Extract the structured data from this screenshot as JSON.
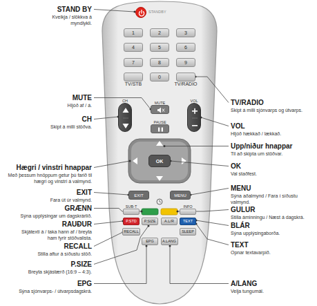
{
  "diagram": {
    "nodes": [
      {
        "text": [
          "STANDBY"
        ]
      },
      {
        "text": [
          "1"
        ]
      },
      {
        "text": [
          "2"
        ]
      },
      {
        "text": [
          "3"
        ]
      },
      {
        "text": [
          "4"
        ]
      },
      {
        "text": [
          "5"
        ]
      },
      {
        "text": [
          "6"
        ]
      },
      {
        "text": [
          "7"
        ]
      },
      {
        "text": [
          "8"
        ]
      },
      {
        "text": [
          "9"
        ]
      },
      {
        "text": [
          "TV/STB"
        ]
      },
      {
        "text": [
          "0"
        ]
      },
      {
        "text": [
          "TV/RADIO"
        ]
      },
      {
        "text": [
          "CH"
        ]
      },
      {
        "text": [
          "MUTE"
        ]
      },
      {
        "text": [
          "VOL"
        ]
      },
      {
        "text": [
          "PAUSE"
        ]
      },
      {
        "text": [
          "OK"
        ]
      },
      {
        "text": [
          "EXIT"
        ]
      },
      {
        "text": [
          "MENU"
        ]
      },
      {
        "text": [
          "SUB-T"
        ]
      },
      {
        "text": [
          "INFO"
        ]
      },
      {
        "text": [
          "P.STD"
        ]
      },
      {
        "text": [
          "P.SIZE"
        ]
      },
      {
        "text": [
          "A.L/R"
        ]
      },
      {
        "text": [
          "TEXT"
        ]
      },
      {
        "text": [
          "RECALL"
        ]
      },
      {
        "text": [
          "SLEEP"
        ]
      },
      {
        "text": [
          "EPG"
        ]
      },
      {
        "text": [
          "A.LANG"
        ]
      }
    ],
    "labels": [
      "STAND BY",
      "Kveikja / slökkva á myndlykli.",
      "TV/RADIO",
      "Skipt á milli sjónvarps og útvarps.",
      "MUTE",
      "Hljóð af / á.",
      "CH",
      "Skipt á milli stöðva.",
      "VOL",
      "Hljóð hækkað / lækkað.",
      "Upp/niður hnappar",
      "Til að skipta um stöðvar.",
      "OK",
      "Val staðfest.",
      "Hægri / vinstri hnappar",
      "Með þessum hnöppum getur þú farið til hægri og vinstri á valmynd.",
      "EXIT",
      "Fara út úr valmynd.",
      "MENU",
      "Sýna aðalmynd / Fara í síðustu valmynd.",
      "GRÆNN",
      "Sýna upplýsingar um dagskrárlið.",
      "GULUR",
      "Stilla áminningu / Næst á dagskrá.",
      "RAUÐUR",
      "Skjátexti á / taka hann af / breyta ham fyrir stöðvalista.",
      "BLÁR",
      "Sýna upplýsingaborða.",
      "TEXT",
      "Opnar textavarpið.",
      "RECALL",
      "Stilla aftur á síðustu stöð.",
      "P.SIZE",
      "Breyta skjástærð (16:9 – 4:3).",
      "EPG",
      "Sýna sjónvarps- / útvarpsdagskrá.",
      "A/LANG",
      "Velja tungumál."
    ]
  }
}
